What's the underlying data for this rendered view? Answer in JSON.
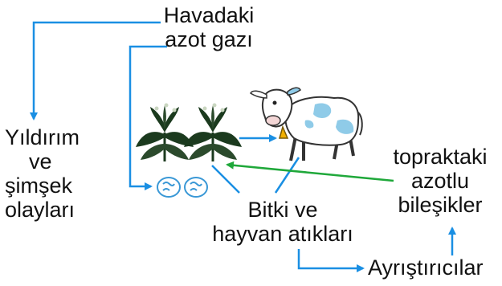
{
  "diagram": {
    "colors": {
      "arrow_blue": "#1a8fe3",
      "arrow_green": "#1fa83a",
      "plant_dark": "#1b3a1e",
      "bacteria_blue": "#7fc4ea",
      "cow_spot_blue": "#8fcbe8"
    },
    "labels": {
      "air_nitrogen_line1": "Havadaki",
      "air_nitrogen_line2": "azot gazı",
      "lightning_line1": "Yıldırım",
      "lightning_line2": "ve",
      "lightning_line3": "şimşek",
      "lightning_line4": "olayları",
      "waste_line1": "Bitki ve",
      "waste_line2": "hayvan atıkları",
      "soil_line1": "topraktaki",
      "soil_line2": "azotlu",
      "soil_line3": "bileşikler",
      "decomposers": "Ayrıştırıcılar"
    },
    "icons": [
      "plant-icon",
      "cow-icon",
      "bacteria-icon"
    ]
  }
}
